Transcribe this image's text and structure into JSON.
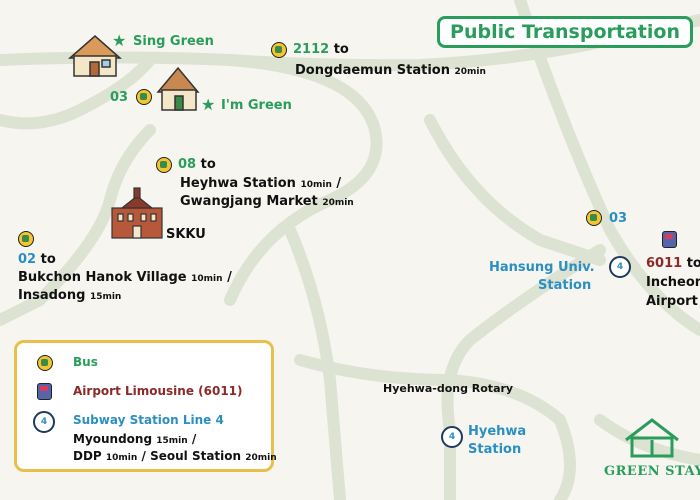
{
  "title": "Public Transportation",
  "places": {
    "sing_green": "Sing Green",
    "im_green": "I'm Green",
    "skku": "SKKU",
    "hyehwa_rotary": "Hyehwa-dong Rotary",
    "hansung_line1": "Hansung Univ.",
    "hansung_line2": "Station",
    "hyehwa_line1": "Hyehwa",
    "hyehwa_line2": "Station"
  },
  "routes": {
    "r03_top": {
      "number": "03"
    },
    "r2112": {
      "number": "2112",
      "to": "to",
      "dest": "Dongdaemun Station",
      "time": "20min"
    },
    "r08": {
      "number": "08",
      "to": "to",
      "dest1": "Heyhwa Station",
      "time1": "10min",
      "sep": "/",
      "dest2": "Gwangjang Market",
      "time2": "20min"
    },
    "r02": {
      "number": "02",
      "to": "to",
      "dest1": "Bukchon Hanok Village",
      "time1": "10min",
      "sep": "/",
      "dest2": "Insadong",
      "time2": "15min"
    },
    "r03_right": {
      "number": "03"
    },
    "r6011": {
      "number": "6011",
      "to": "to",
      "dest1": "Incheon",
      "dest2": "Airport"
    }
  },
  "legend": {
    "bus": "Bus",
    "limousine": "Airport Limousine (6011)",
    "subway": "Subway Station Line 4",
    "line1_a": "Myoundong",
    "line1_t": "15min",
    "line1_sep": "/",
    "line2_a": "DDP",
    "line2_t": "10min",
    "line2_sep": "/",
    "line2_b": "Seoul Station",
    "line2_t2": "20min"
  },
  "subway_line_number": "4",
  "logo": {
    "text": "GREEN STAY"
  },
  "colors": {
    "green": "#2a9d5c",
    "blue": "#2c8fc2",
    "limo": "#8a2a2a",
    "legend_border": "#e6c04a",
    "road": "#dde3d2"
  }
}
